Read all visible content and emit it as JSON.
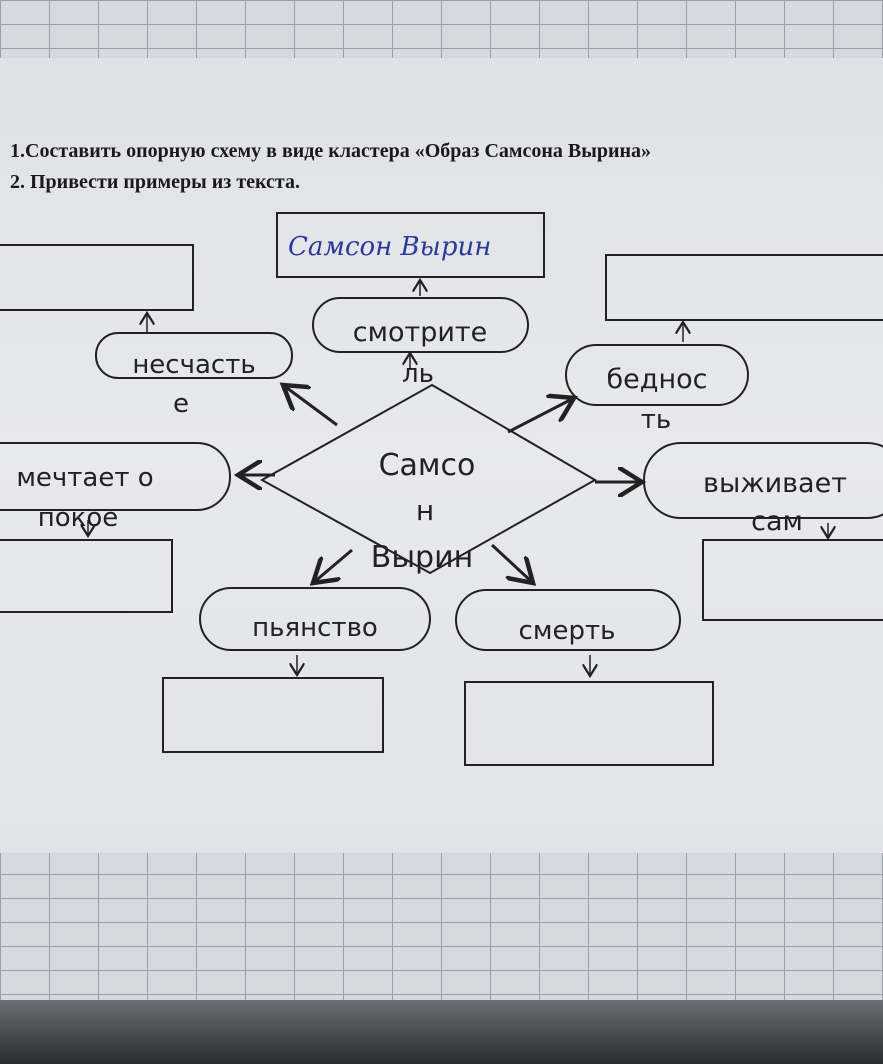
{
  "worksheet": {
    "task_1": "1.Составить опорную схему в виде кластера  «Образ Самсона Вырина»",
    "task_2": "2. Привести примеры из текста."
  },
  "diagram": {
    "top_box_handwritten": "Самсон Вырин",
    "center": {
      "line1": "Самсо",
      "line2": "н",
      "line3": "Вырин"
    },
    "nodes": {
      "watcher": {
        "line1": "смотрите",
        "line2": "ль"
      },
      "unhappy": {
        "line1": "несчасть",
        "line2": "е"
      },
      "poverty": {
        "line1": "беднос",
        "line2": "ть"
      },
      "dreams": {
        "line1": "мечтает о",
        "line2": "покое"
      },
      "survives": {
        "line1": "выживает",
        "line2": "сам"
      },
      "drunkenness": {
        "line1": "пьянство"
      },
      "death": {
        "line1": "смерть"
      }
    },
    "handwriting_color": "#2a3a9a"
  }
}
